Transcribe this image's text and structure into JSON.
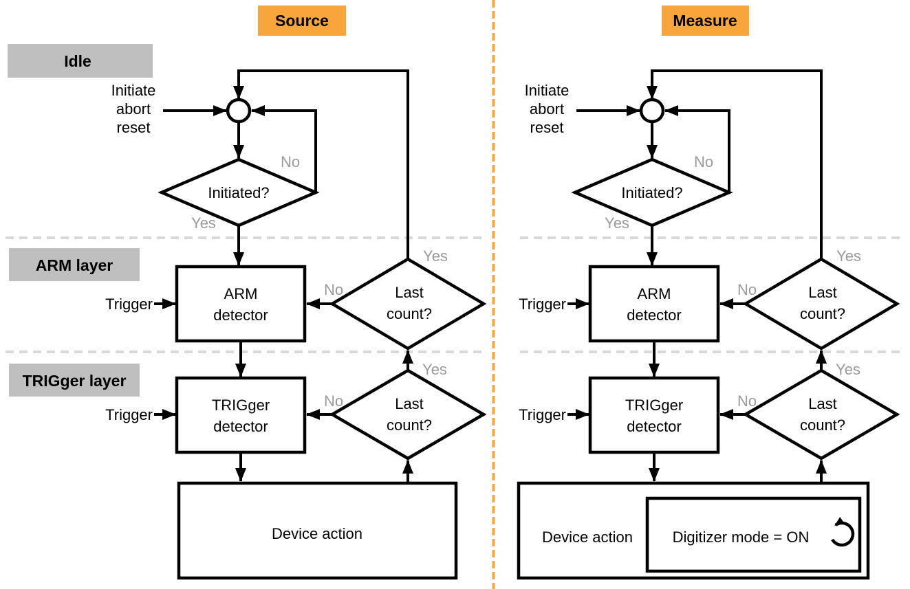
{
  "colors": {
    "orange": "#F7A63B",
    "gray_box": "#BFBFBF",
    "gray_text": "#9A9A9A",
    "dashed": "#D8D8D8",
    "line": "#000000"
  },
  "headers": {
    "source": "Source",
    "measure": "Measure"
  },
  "layers": {
    "idle": "Idle",
    "arm": "ARM layer",
    "trigger": "TRIGger layer"
  },
  "labels": {
    "initiate1": "Initiate",
    "initiate2": "abort",
    "initiate3": "reset",
    "initiated": "Initiated?",
    "yes": "Yes",
    "no": "No",
    "trigger": "Trigger",
    "arm1": "ARM",
    "arm2": "detector",
    "trig1": "TRIGger",
    "trig2": "detector",
    "last1": "Last",
    "last2": "count?",
    "device_action": "Device action",
    "digitizer_mode": "Digitizer mode = ON"
  }
}
